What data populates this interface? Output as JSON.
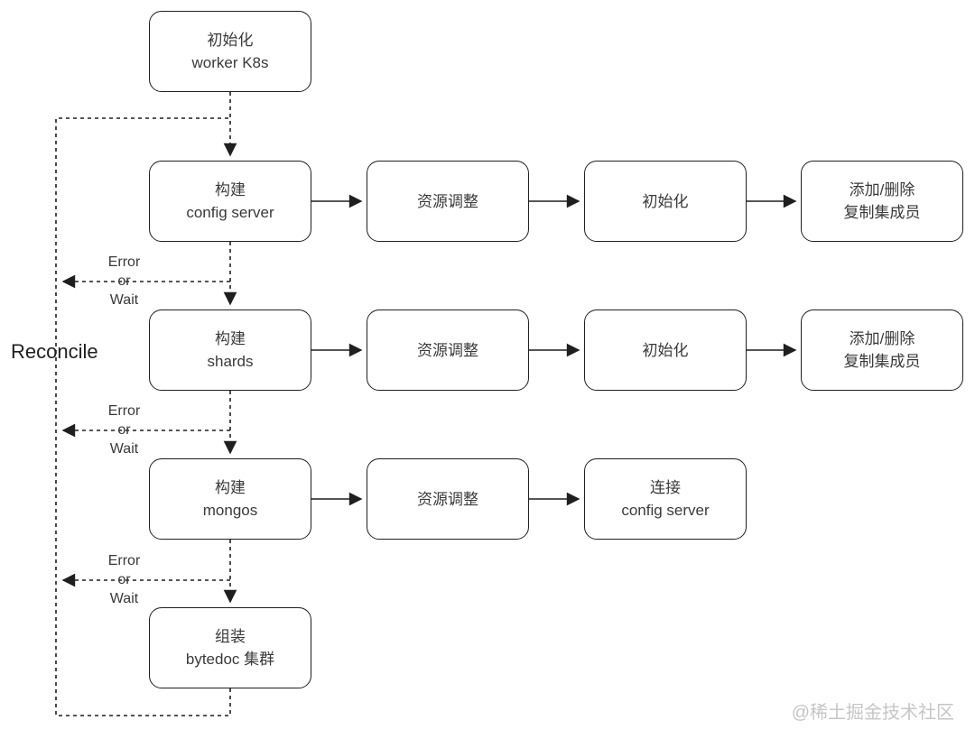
{
  "nodes": {
    "init_worker": {
      "line1": "初始化",
      "line2": "worker K8s"
    },
    "build_config_server": {
      "line1": "构建",
      "line2": "config server"
    },
    "resource_adjust_1": {
      "line1": "资源调整"
    },
    "initialize_1": {
      "line1": "初始化"
    },
    "add_remove_members_1": {
      "line1": "添加/删除",
      "line2": "复制集成员"
    },
    "build_shards": {
      "line1": "构建",
      "line2": "shards"
    },
    "resource_adjust_2": {
      "line1": "资源调整"
    },
    "initialize_2": {
      "line1": "初始化"
    },
    "add_remove_members_2": {
      "line1": "添加/删除",
      "line2": "复制集成员"
    },
    "build_mongos": {
      "line1": "构建",
      "line2": "mongos"
    },
    "resource_adjust_3": {
      "line1": "资源调整"
    },
    "connect_config_server": {
      "line1": "连接",
      "line2": "config server"
    },
    "assemble_bytedoc": {
      "line1": "组装",
      "line2": "bytedoc 集群"
    }
  },
  "labels": {
    "reconcile": "Reconcile",
    "error": "Error",
    "or": "or",
    "wait": "Wait"
  },
  "watermark": "@稀土掘金技术社区",
  "colors": {
    "line": "#1f1f1f",
    "text": "#3a3a3a",
    "watermark": "#c6c6c6",
    "background": "#ffffff"
  }
}
